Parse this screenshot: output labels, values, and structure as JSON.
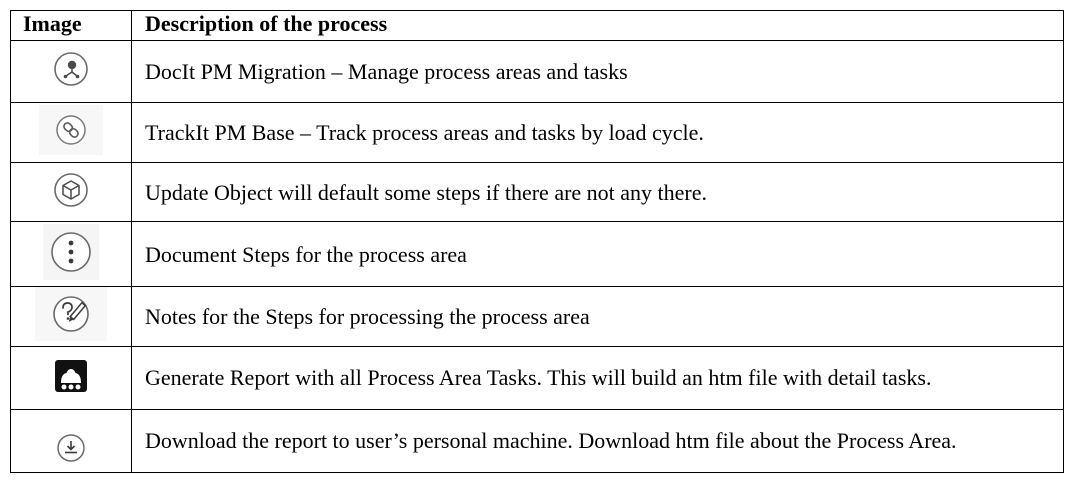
{
  "table": {
    "header": {
      "image": "Image",
      "description": "Description of the process"
    },
    "rows": [
      {
        "icon": "process-areas-icon",
        "description": "DocIt PM Migration – Manage process areas and tasks"
      },
      {
        "icon": "link-icon",
        "description": "TrackIt PM Base – Track process areas and tasks by load cycle."
      },
      {
        "icon": "cube-icon",
        "description": "Update Object will default some steps if there are not any there."
      },
      {
        "icon": "vertical-dots-icon",
        "description": "Document Steps for the process area"
      },
      {
        "icon": "question-pencil-icon",
        "description": "Notes for the Steps for processing the process area"
      },
      {
        "icon": "report-icon",
        "description": "Generate Report with all Process Area Tasks.  This will build an htm file with detail tasks."
      },
      {
        "icon": "download-icon",
        "description": "Download the report to user’s personal machine. Download htm file about the Process Area."
      }
    ]
  }
}
